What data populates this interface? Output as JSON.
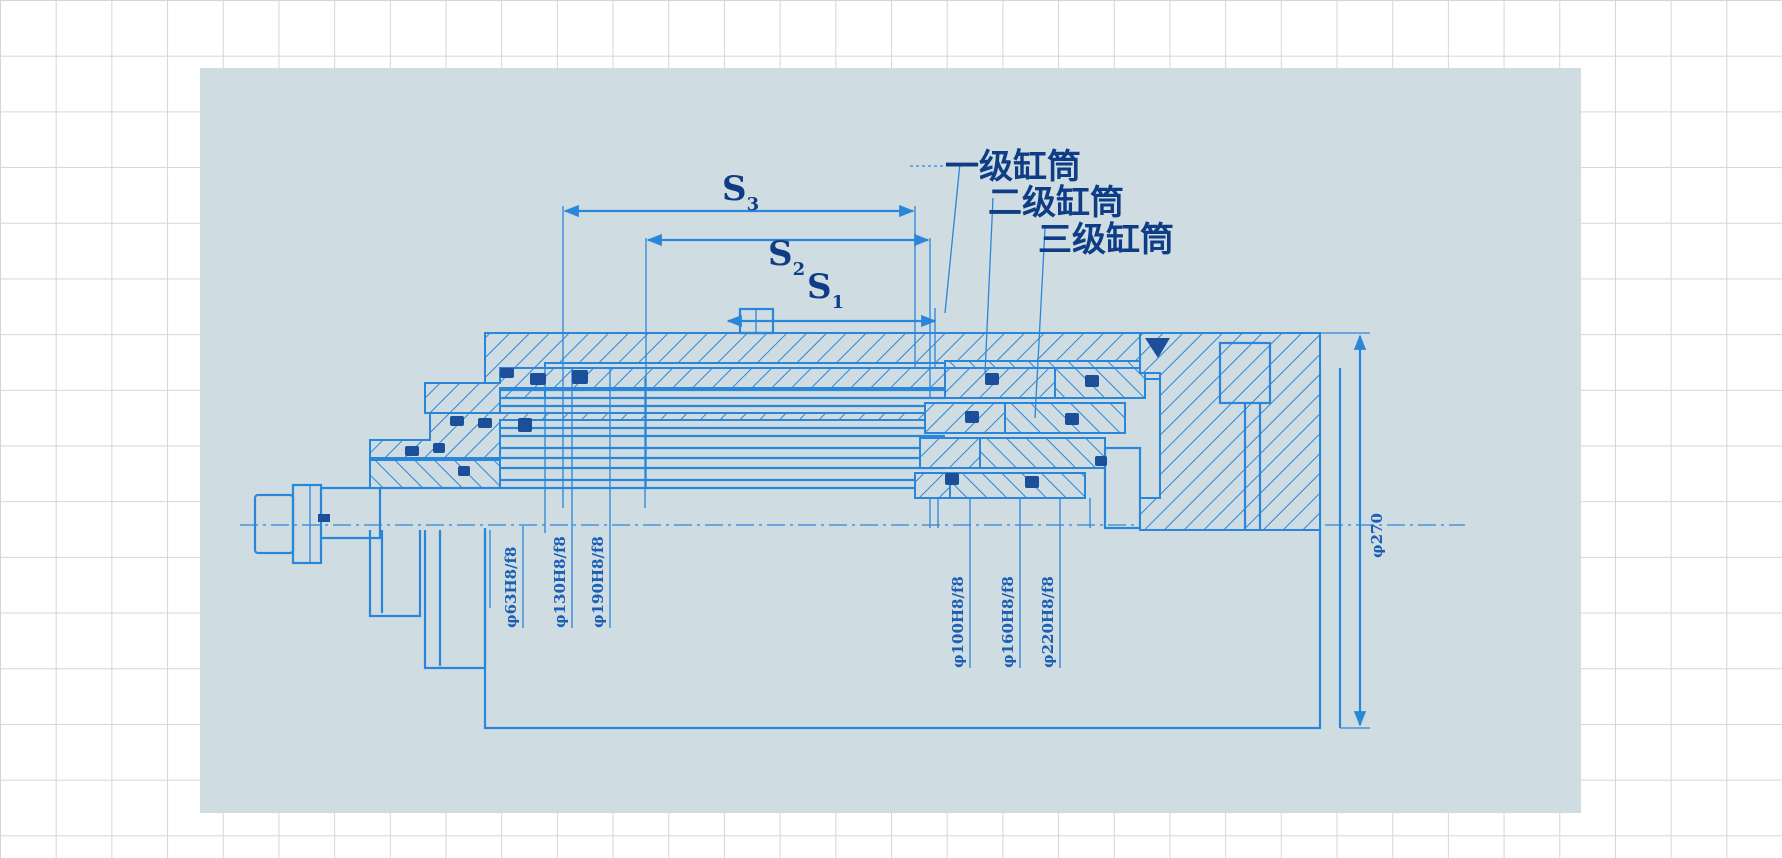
{
  "stroke_labels": {
    "s3": {
      "main": "S",
      "sub": "3"
    },
    "s2": {
      "main": "S",
      "sub": "2"
    },
    "s1": {
      "main": "S",
      "sub": "1"
    }
  },
  "callouts": {
    "stage1": "一级缸筒",
    "stage2": "二级缸筒",
    "stage3": "三级缸筒"
  },
  "diameters": {
    "d63": "φ63H8/f8",
    "d130": "φ130H8/f8",
    "d190": "φ190H8/f8",
    "d100": "φ100H8/f8",
    "d160": "φ160H8/f8",
    "d220": "φ220H8/f8",
    "d270": "φ270"
  },
  "colors": {
    "line": "#2a86d8",
    "text": "#0e3d86",
    "paper": "#cfdde3"
  }
}
